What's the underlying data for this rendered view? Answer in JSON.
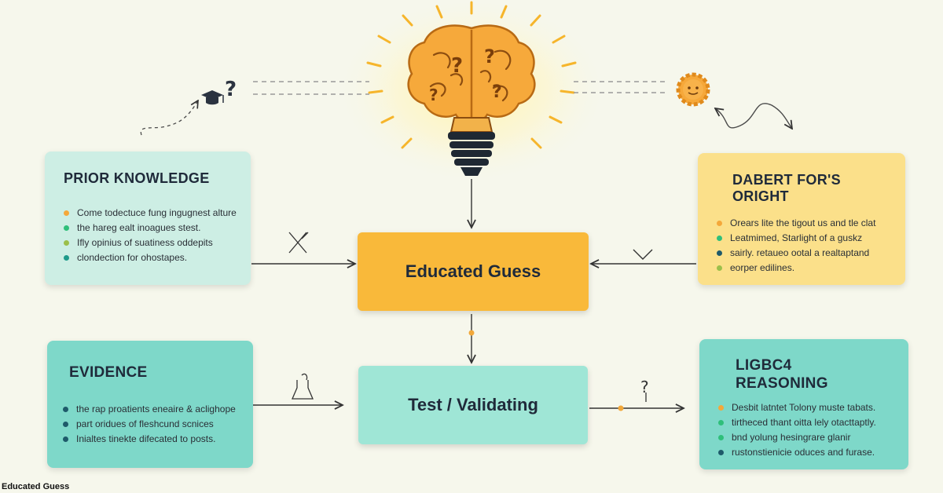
{
  "center_nodes": {
    "educated_guess": "Educated Guess",
    "test_validating": "Test / Validating"
  },
  "cards": {
    "prior_knowledge": {
      "title": "PRIOR KNOWLEDGE",
      "items": [
        "Come todectuce fung ingugnest alture",
        "the hareg ealt inoagues stest.",
        "Ifly opinius of suatiness oddepits",
        "clondection for ohostapes."
      ]
    },
    "doubt_for_oright": {
      "title_line1": "DABERT FOR'S",
      "title_line2": "ORIGHT",
      "items": [
        "Orears lite the tigout us and tle clat",
        "Leatmimed, Starlight of a guskz",
        "sairly. retaueo ootal a realtaptand",
        "eorper edilines."
      ]
    },
    "evidence": {
      "title": "EVIDENCE",
      "items": [
        "the rap proatients eneaire & aclighope",
        "part oridues of fleshcund scnices",
        "Inialtes tinekte difecated to posts."
      ]
    },
    "logic_reasoning": {
      "title_line1": "LIGBC4",
      "title_line2": "REASONING",
      "items": [
        "Desbit latntet Tolony muste tabats.",
        "tirtheced thant oitta lely otacttaptly.",
        "bnd yolung hesingrare glanir",
        "rustonstienicie oduces and furase."
      ]
    }
  },
  "decor_glyphs": {
    "question_mark": "?",
    "question_mark_small": "?"
  },
  "colors": {
    "background": "#f6f7ec",
    "mint_card": "#cdeee4",
    "teal_card": "#7ed8c9",
    "amber_card": "#fbe08a",
    "orange_node": "#f9b93a",
    "mint_node": "#9fe6d6",
    "dot_orange": "#f4a83a",
    "dot_green": "#2fbf7a",
    "dot_teal": "#1f9a8a",
    "dot_olive": "#9bbf4a",
    "dot_navy": "#1e5a6a",
    "line": "#333333"
  },
  "caption": "Educated Guess"
}
